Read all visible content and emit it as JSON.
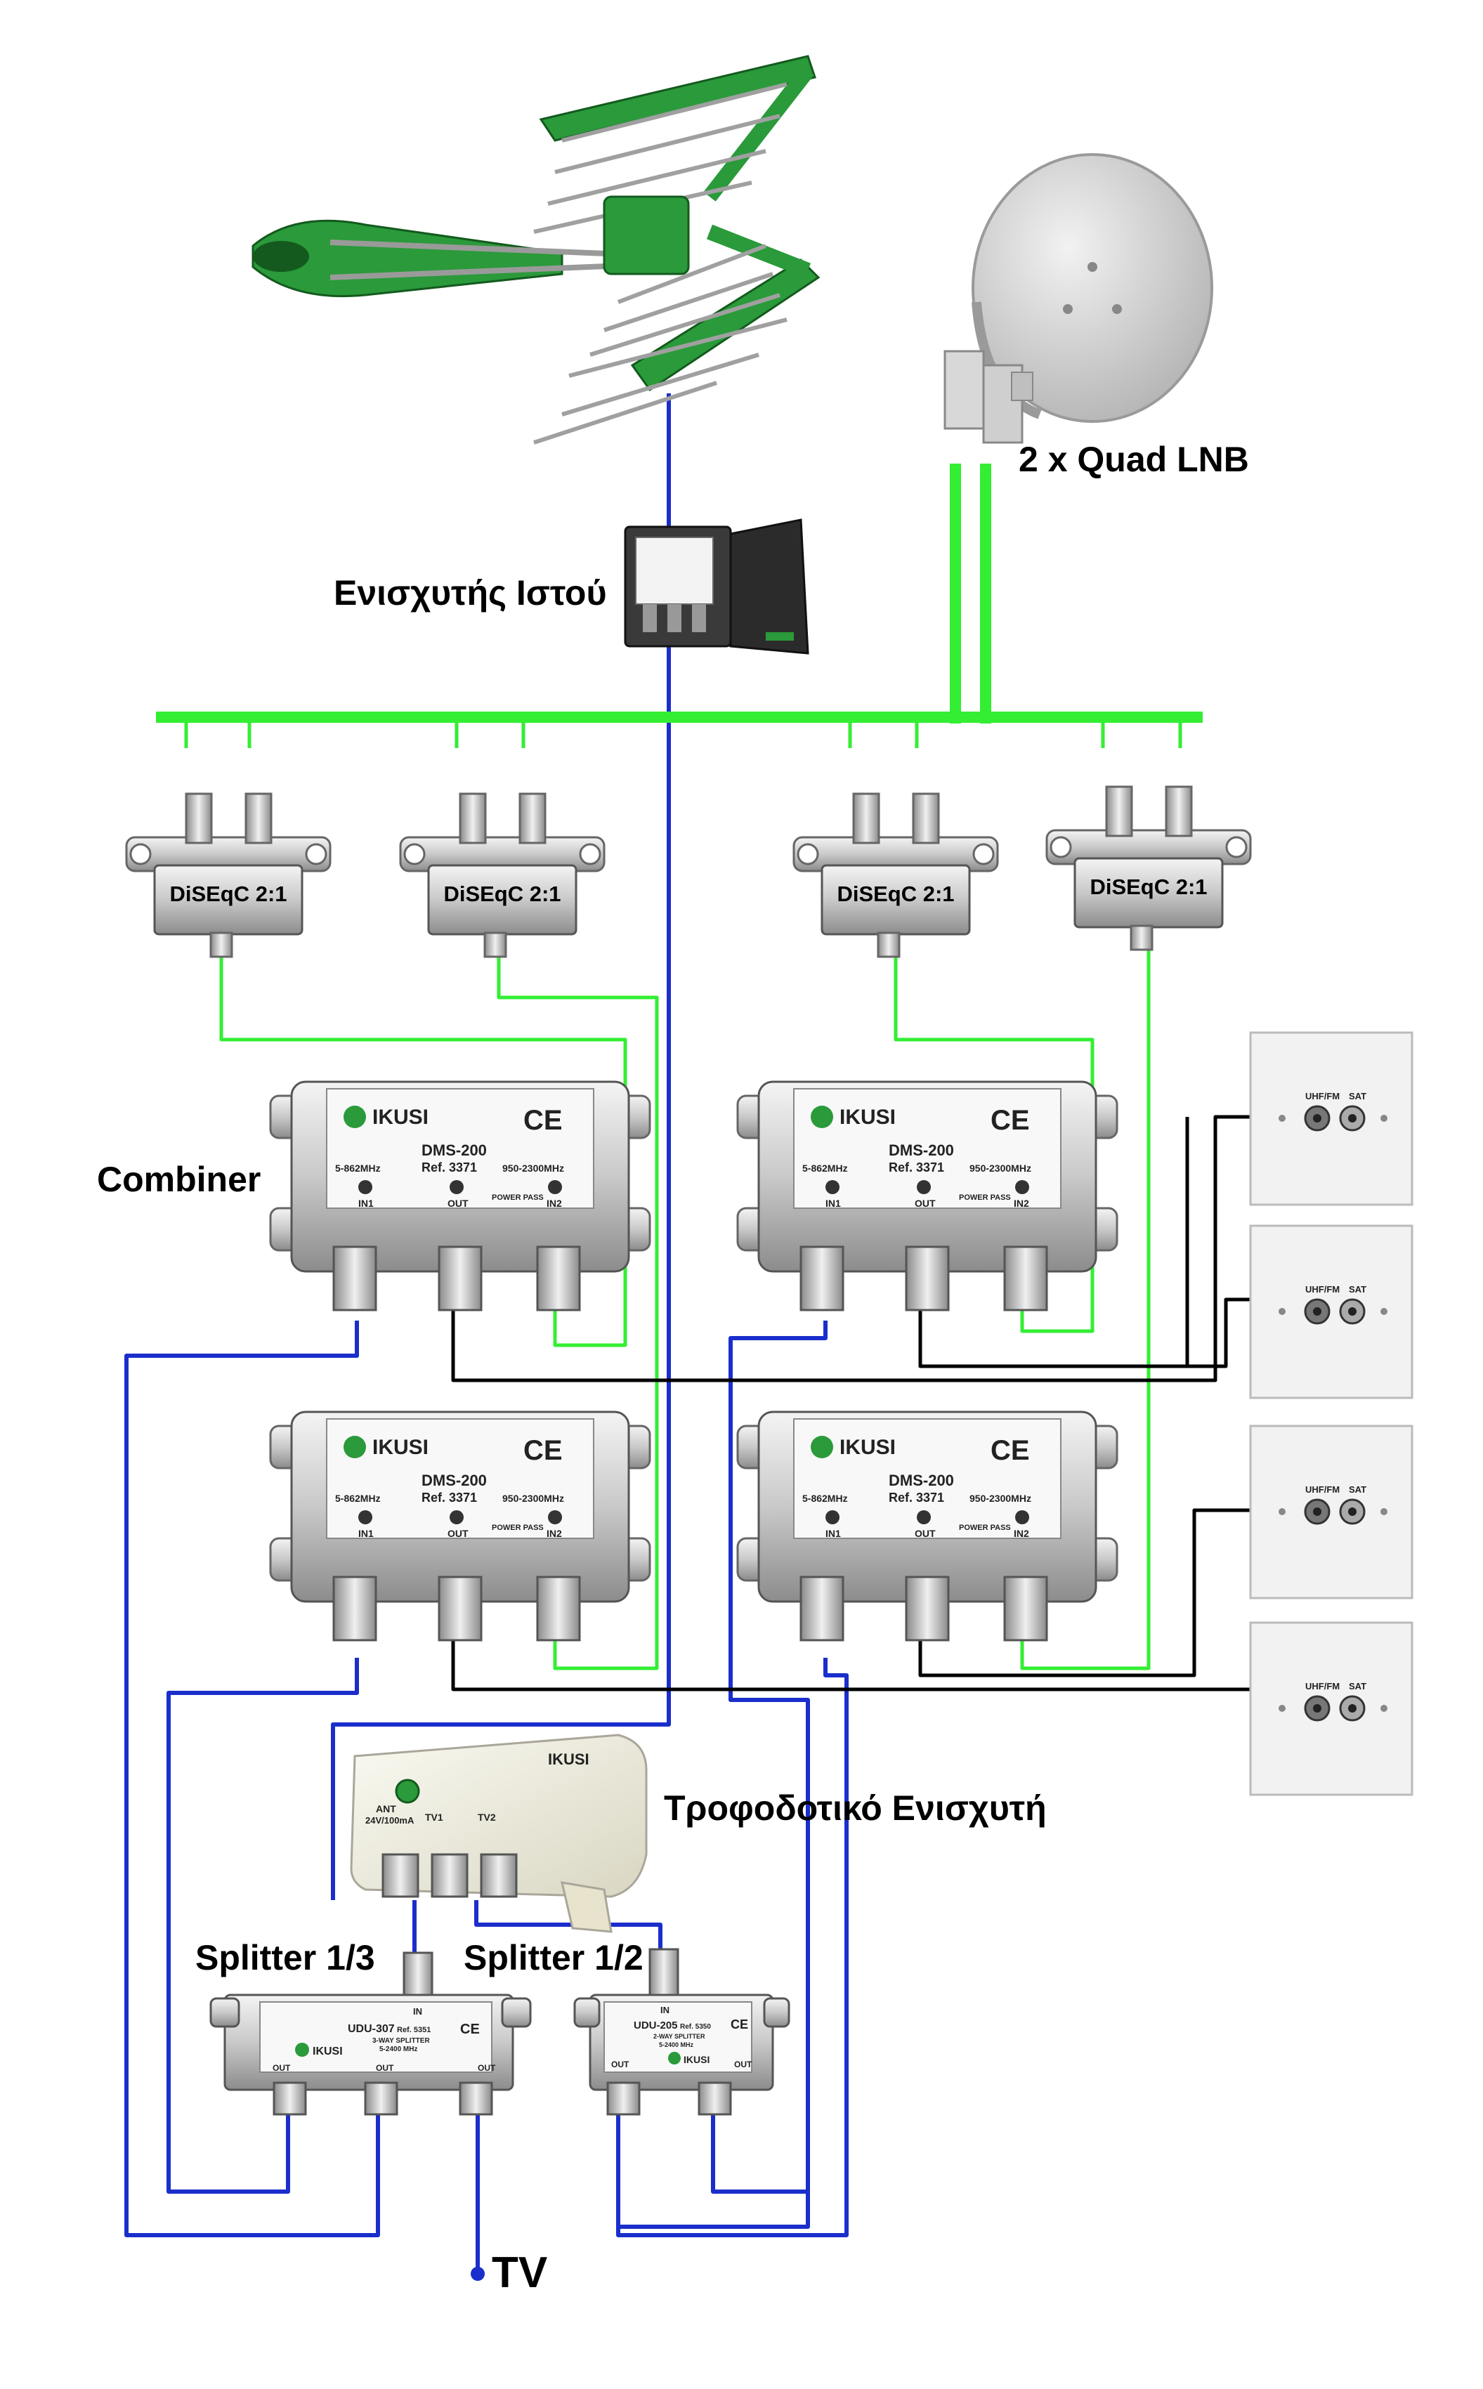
{
  "labels": {
    "lnb": "2 x Quad LNB",
    "mast_amp": "Ενισχυτής Ιστού",
    "combiner": "Combiner",
    "psu": "Τροφοδοτικό Ενισχυτή",
    "splitter13": "Splitter 1/3",
    "splitter12": "Splitter 1/2",
    "tv": "TV"
  },
  "diseqc": {
    "label": "DiSEqC 2:1"
  },
  "combiner_unit": {
    "brand": "IKUSI",
    "model": "DMS-200",
    "ref": "Ref. 3371",
    "ce": "CE",
    "band_low": "5-862MHz",
    "band_high": "950-2300MHz",
    "in1": "IN1",
    "out": "OUT",
    "in2": "IN2",
    "power_pass": "POWER PASS"
  },
  "outlet": {
    "uhf": "UHF/FM",
    "sat": "SAT"
  },
  "psu_unit": {
    "brand": "IKUSI",
    "ant": "ANT",
    "ant_spec": "24V/100mA",
    "tv1": "TV1",
    "tv2": "TV2"
  },
  "splitter3_unit": {
    "model": "UDU-307",
    "ref": "Ref. 5351",
    "desc": "3-WAY SPLITTER",
    "freq": "5-2400 MHz",
    "in": "IN",
    "out": "OUT",
    "brand": "IKUSI",
    "ce": "CE"
  },
  "splitter2_unit": {
    "model": "UDU-205",
    "ref": "Ref. 5350",
    "desc": "2-WAY SPLITTER",
    "freq": "5-2400 MHz",
    "in": "IN",
    "out": "OUT",
    "brand": "IKUSI",
    "ce": "CE"
  },
  "colors": {
    "sat_bus": "#33ee33",
    "terrestrial": "#1a2ecc",
    "outlet_link": "#000000",
    "antenna_green": "#2a9a3a"
  }
}
